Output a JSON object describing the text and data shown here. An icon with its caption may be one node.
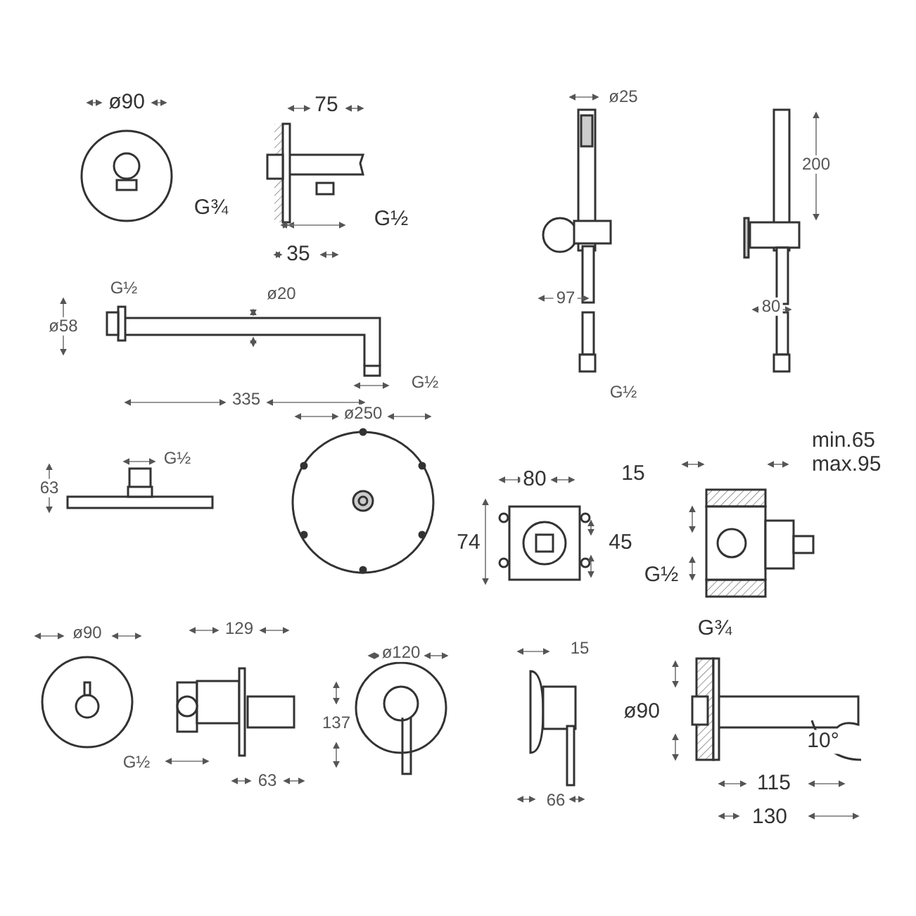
{
  "diagram": {
    "labels": [
      "ø90",
      "75",
      "G¾",
      "G½",
      "35",
      "ø25",
      "200",
      "97",
      "80",
      "G½",
      "G½",
      "ø58",
      "ø20",
      "G½",
      "335",
      "ø250",
      "G½",
      "63",
      "80",
      "15",
      "min.65 max.95",
      "74",
      "45",
      "G½",
      "ø90",
      "129",
      "ø120",
      "15",
      "G¾",
      "137",
      "ø90",
      "G½",
      "10°",
      "63",
      "115",
      "66",
      "130"
    ]
  }
}
